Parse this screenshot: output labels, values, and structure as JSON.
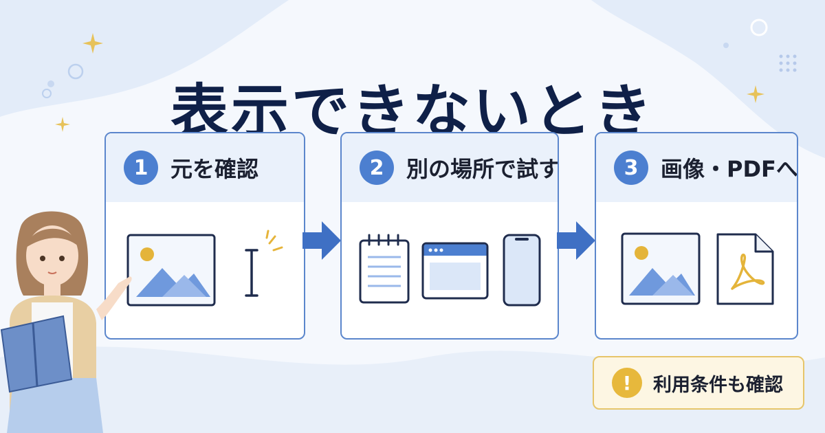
{
  "title": "表示できないとき",
  "steps": [
    {
      "number": "1",
      "label": "元を確認"
    },
    {
      "number": "2",
      "label": "別の場所で試す"
    },
    {
      "number": "3",
      "label": "画像・PDFへ"
    }
  ],
  "notice": {
    "icon_text": "!",
    "label": "利用条件も確認"
  },
  "colors": {
    "title": "#0f2048",
    "accent_blue": "#4c7fd0",
    "card_border": "#5b86cc",
    "card_header": "#eaf1fb",
    "notice_bg": "#fdf6e3",
    "notice_border": "#e6c56a",
    "warning_yellow": "#e7b83c"
  }
}
